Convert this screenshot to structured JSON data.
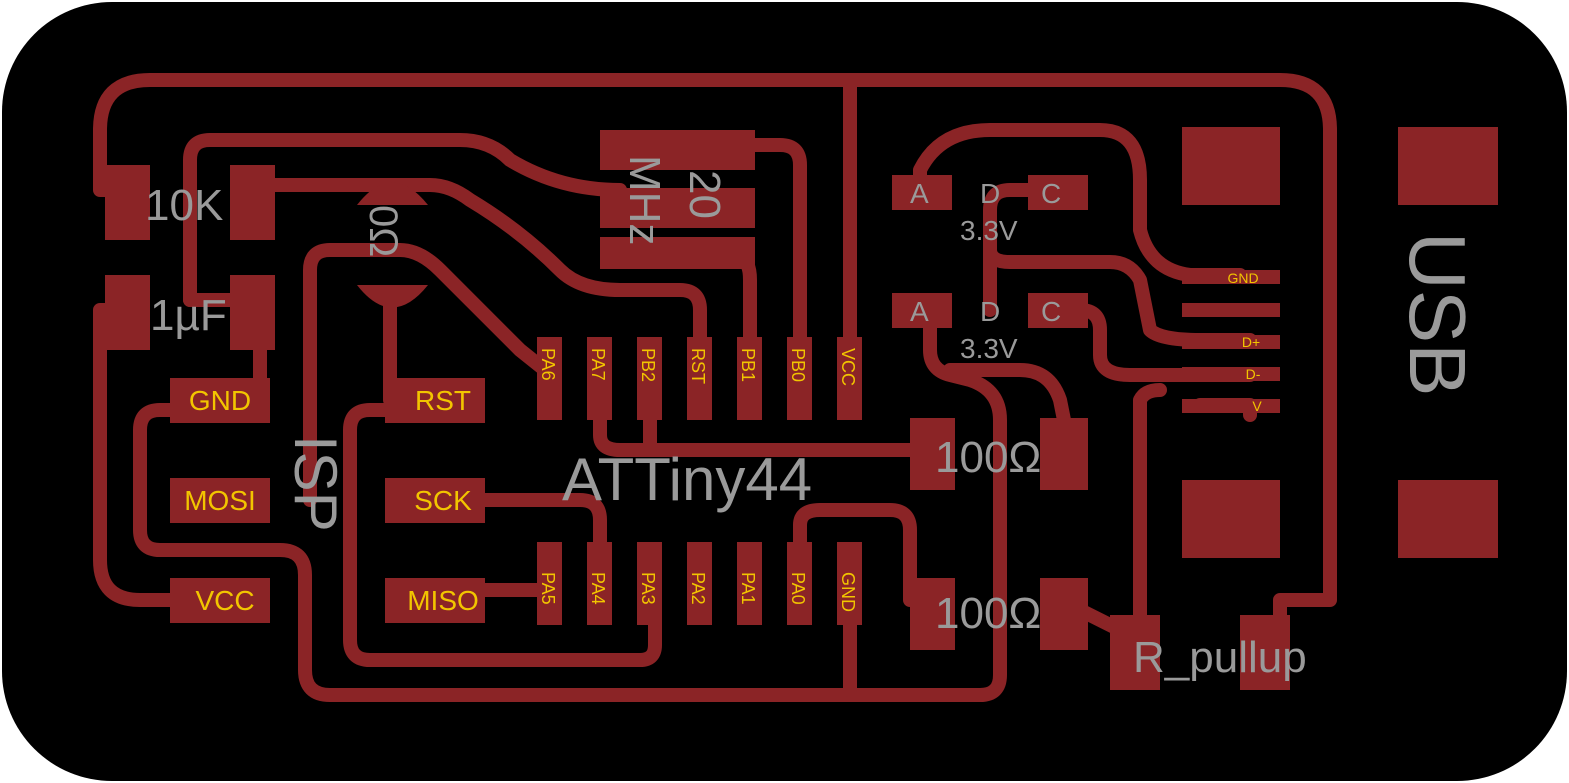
{
  "colors": {
    "board": "#000000",
    "copper": "#8b2426",
    "silkscreen": "#9a9a9a",
    "pin_label": "#f2c500"
  },
  "components": {
    "resistor_10k": "10K",
    "capacitor": "1µF",
    "resistor_0": "0Ω",
    "crystal_value": "20",
    "crystal_unit": "MHz",
    "mcu": "ATTiny44",
    "isp": "ISP",
    "usb": "USB",
    "r100_top": "100Ω",
    "r100_bottom": "100Ω",
    "r_pullup": "R_pullup"
  },
  "diodes": [
    {
      "a": "A",
      "d": "D",
      "c": "C",
      "value": "3.3V"
    },
    {
      "a": "A",
      "d": "D",
      "c": "C",
      "value": "3.3V"
    }
  ],
  "isp_pins": {
    "gnd": "GND",
    "rst": "RST",
    "mosi": "MOSI",
    "sck": "SCK",
    "vcc": "VCC",
    "miso": "MISO"
  },
  "mcu_top_pins": [
    "PA6",
    "PA7",
    "PB2",
    "RST",
    "PB1",
    "PB0",
    "VCC"
  ],
  "mcu_bottom_pins": [
    "PA5",
    "PA4",
    "PA3",
    "PA2",
    "PA1",
    "PA0",
    "GND"
  ],
  "usb_pins": [
    "GND",
    "D+",
    "D-",
    "V"
  ]
}
